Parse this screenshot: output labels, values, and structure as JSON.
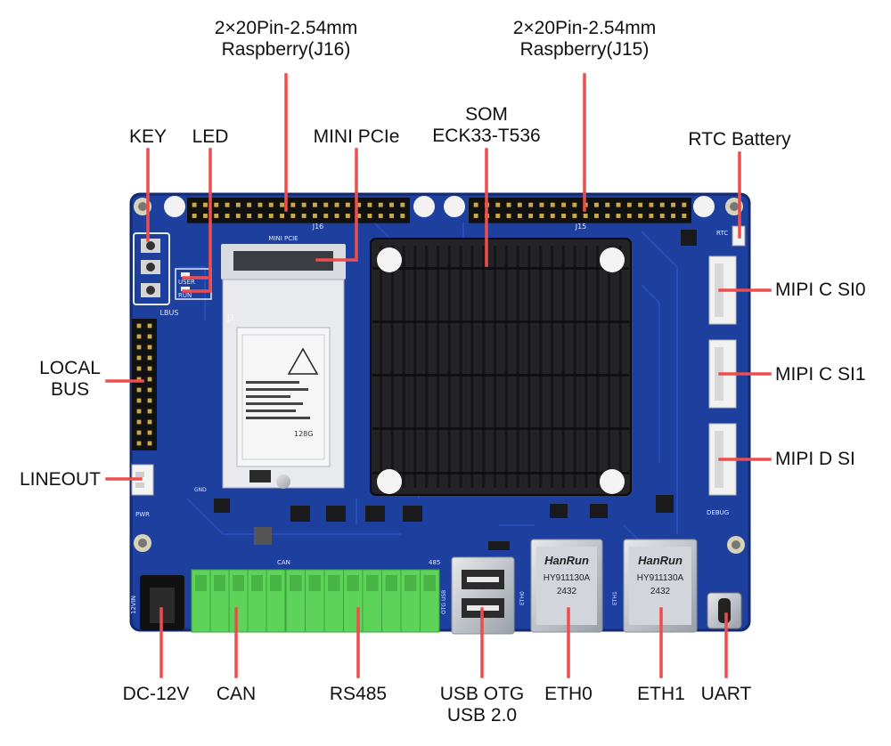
{
  "colors": {
    "pcb": "#1d3f9e",
    "pcb_trace": "#2a56c8",
    "heatsink": "#1b1b1e",
    "terminal": "#5ed35a",
    "metal": "#c8ccd2",
    "leader": "#ee4d4d",
    "label_text": "#111111"
  },
  "labels": {
    "j16": [
      "2×20Pin-2.54mm",
      "Raspberry(J16)"
    ],
    "j15": [
      "2×20Pin-2.54mm",
      "Raspberry(J15)"
    ],
    "key": [
      "KEY"
    ],
    "led": [
      "LED"
    ],
    "mini_pcie": [
      "MINI PCIe"
    ],
    "som": [
      "SOM",
      "ECK33-T536"
    ],
    "rtc_battery": [
      "RTC Battery"
    ],
    "local_bus": [
      "LOCAL",
      "BUS"
    ],
    "lineout": [
      "LINEOUT"
    ],
    "mipi_csi0": [
      "MIPI C SI0"
    ],
    "mipi_csi1": [
      "MIPI C SI1"
    ],
    "mipi_dsi": [
      "MIPI D SI"
    ],
    "dc12v": [
      "DC-12V"
    ],
    "can": [
      "CAN"
    ],
    "rs485": [
      "RS485"
    ],
    "usb": [
      "USB OTG",
      "USB 2.0"
    ],
    "eth0": [
      "ETH0"
    ],
    "eth1": [
      "ETH1"
    ],
    "uart": [
      "UART"
    ]
  },
  "board_text": {
    "j16": "J16",
    "j15": "J15",
    "mini_pcie": "MINI PCIE",
    "j1": "J1",
    "user": "USER",
    "run": "RUN",
    "lbus": "LBUS",
    "pwr": "PWR",
    "can": "CAN",
    "rs485": "485",
    "rtc": "RTC",
    "debug": "DEBUG",
    "eth0": "ETH0",
    "eth1": "ETH1",
    "otg_usb": "OTG USB",
    "v12in": "12VIN",
    "gnd": "GND",
    "ssd_size": "128G",
    "rj45_brand": "HanRun",
    "rj45_model": "HY911130A",
    "rj45_code": "2432"
  }
}
